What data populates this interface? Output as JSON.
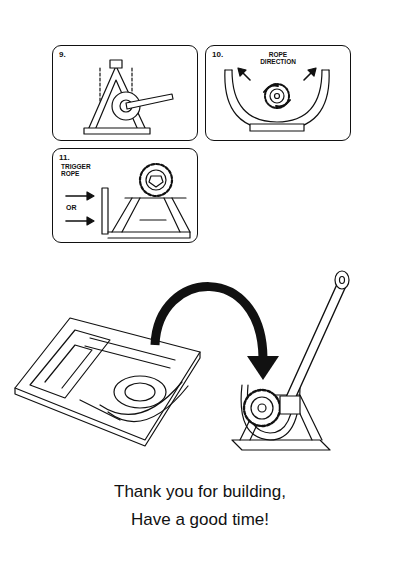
{
  "diagram": {
    "caption": "Thank you for building, Have a good time!",
    "nodes": [
      {
        "text": [
          "9."
        ]
      },
      {
        "text": [
          "10.",
          "ROPE DIRECTION"
        ]
      },
      {
        "text": [
          "11.",
          "TRIGGER ROPE",
          "OR"
        ]
      }
    ]
  }
}
